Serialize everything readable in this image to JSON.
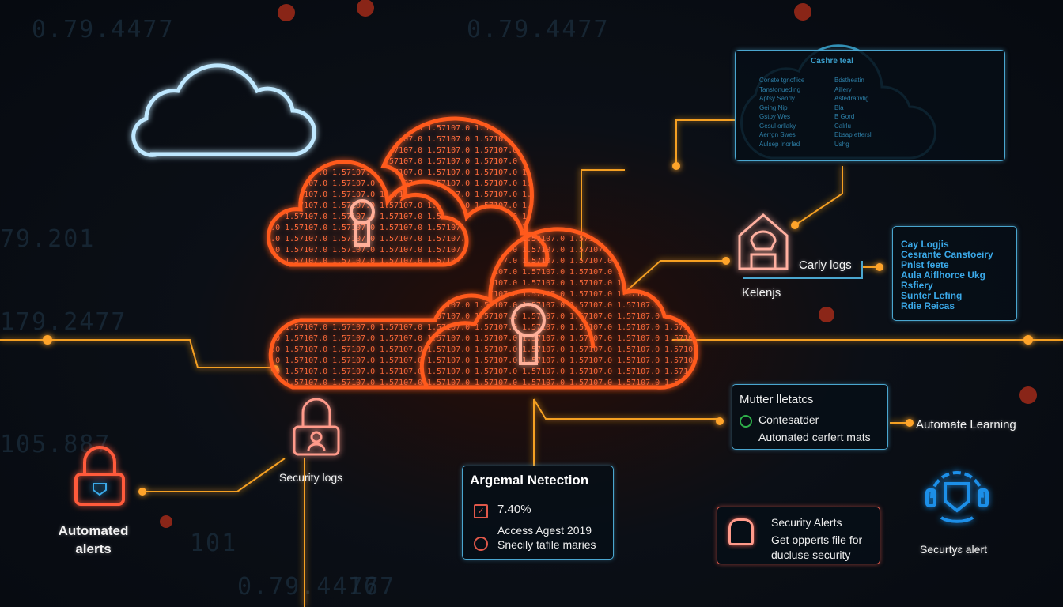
{
  "background_numbers": [
    "0.79.4477",
    "79.201",
    "179.2477",
    "105.887",
    "0.79.4477",
    "167",
    "101",
    "0.79.4477"
  ],
  "colors": {
    "accent_orange": "#ff5a1f",
    "wire": "#f5a020",
    "panel_blue": "#4aa6cf",
    "alert_red": "#e0584a",
    "bg": "#070b11"
  },
  "cloud_tool": {
    "title": "Cashre teal",
    "left_col": [
      "Conste tgnoflice",
      "Tanstonueding",
      "Aptsy Sanrly",
      "Geing Nip",
      "Gstoy Wes",
      "Gesul orllaky",
      "Aerrgn Swes",
      "Aulsep Inorlad"
    ],
    "right_col": [
      "Bdstheatin",
      "Aillery",
      "Asfedrativlig",
      "Bla",
      "B Gord",
      "Calrlu",
      "Ebsap ettersl",
      "Ushg"
    ]
  },
  "carly": {
    "label": "Carly logs",
    "sub": "Kelenjs",
    "icon": "user-house-icon"
  },
  "right_list": [
    "Cay Logjis",
    "Cesrante Canstoeiry",
    "Pnlst feete",
    "Aula Aiflhorce Ukg",
    "Rsfiery",
    "Sunter Lefing",
    "Rdie Reicas"
  ],
  "security_logs": {
    "label": "Security logs",
    "icon": "lock-user-icon"
  },
  "automated_alerts": {
    "label": "Automated alerts",
    "icon": "shield-lock-icon"
  },
  "detection": {
    "title": "Argemal Netection",
    "value": "7.40%",
    "line2": "Access Agest 2019",
    "line3": "Snecily tafile maries"
  },
  "mutter": {
    "title": "Mutter lletatcs",
    "item1": "Contesatder",
    "item2": "Autonated cerfert mats"
  },
  "automate_learning": "Automate Learning",
  "security_alerts": {
    "title": "Security Alerts",
    "line1": "Get opperts file for",
    "line2": "ducluse security"
  },
  "security_alert_icon": {
    "label": "Securtyɛ alert",
    "icon": "headset-shield-icon"
  }
}
